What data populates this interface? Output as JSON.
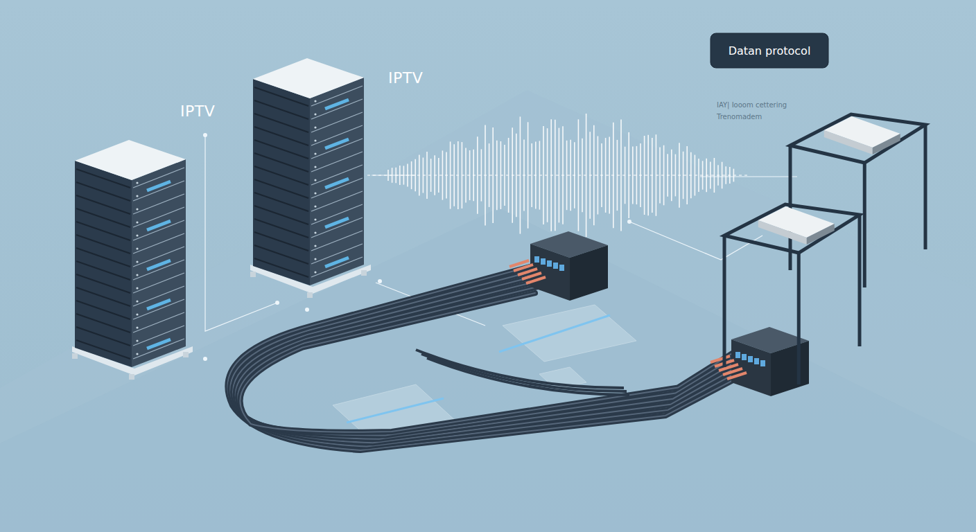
{
  "diagram": {
    "nodes": [
      {
        "text": [
          "IPTV"
        ]
      },
      {
        "text": [
          "IPTV"
        ]
      },
      {
        "text": [
          "Datan protocol"
        ]
      }
    ],
    "labels": [
      "IAY| Iooom cettering",
      "Trenomadem"
    ]
  }
}
